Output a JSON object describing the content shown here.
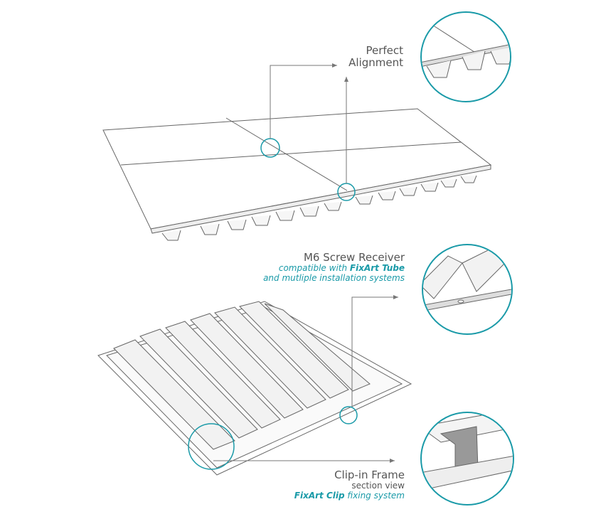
{
  "accent_color": "#1a9aa8",
  "callouts": {
    "alignment": {
      "line1": "Perfect",
      "line2": "Alignment"
    },
    "screw": {
      "title": "M6 Screw Receiver",
      "sub_prefix": "compatible with ",
      "sub_brand": "FixArt Tube",
      "sub_line2": "and mutliple installation systems"
    },
    "clip": {
      "title": "Clip-in Frame",
      "sub": "section view",
      "brand": "FixArt Clip",
      "brand_suffix": " fixing system"
    }
  }
}
